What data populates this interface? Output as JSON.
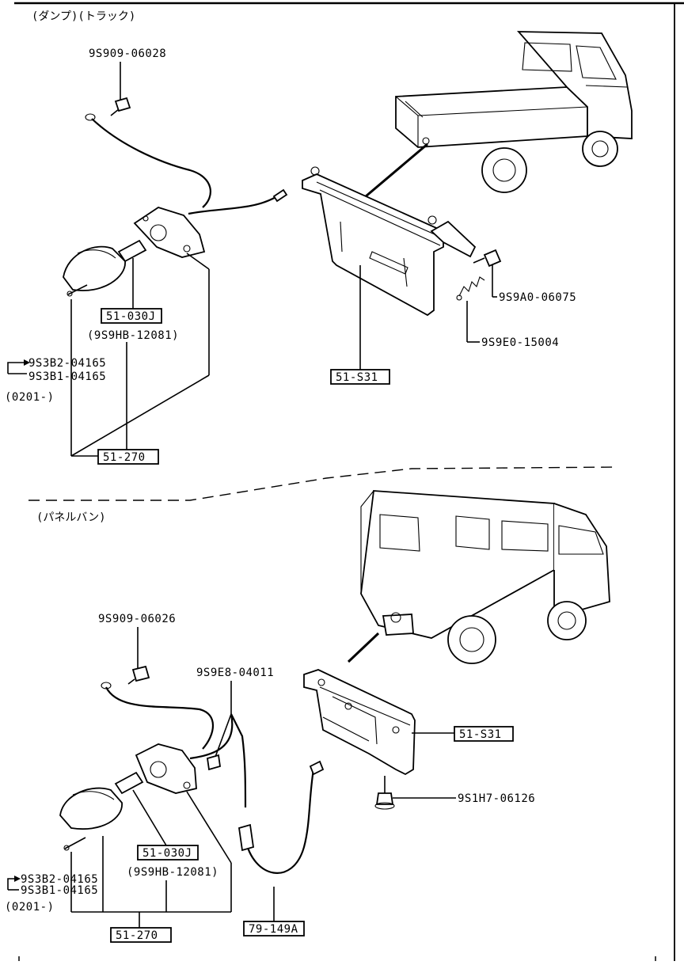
{
  "sections": [
    {
      "header": "(ダンプ)(トラック)",
      "labels": {
        "screw_top": "9S909-06028",
        "bulb_box": "51-030J",
        "bulb_sub": "(9S9HB-12081)",
        "screw_a": "9S3B2-04165",
        "screw_b": "9S3B1-04165",
        "date_range": "(0201-)",
        "lamp_box": "51-270",
        "bolt": "9S9A0-06075",
        "spring": "9S9E0-15004",
        "bracket_box": "51-S31"
      }
    },
    {
      "header": "(パネルバン)",
      "labels": {
        "screw_top": "9S909-06026",
        "clip": "9S9E8-04011",
        "bracket_box": "51-S31",
        "bolt": "9S1H7-06126",
        "bulb_box": "51-030J",
        "bulb_sub": "(9S9HB-12081)",
        "screw_a": "9S3B2-04165",
        "screw_b": "9S3B1-04165",
        "date_range": "(0201-)",
        "lamp_box": "51-270",
        "harness_box": "79-149A"
      }
    }
  ]
}
